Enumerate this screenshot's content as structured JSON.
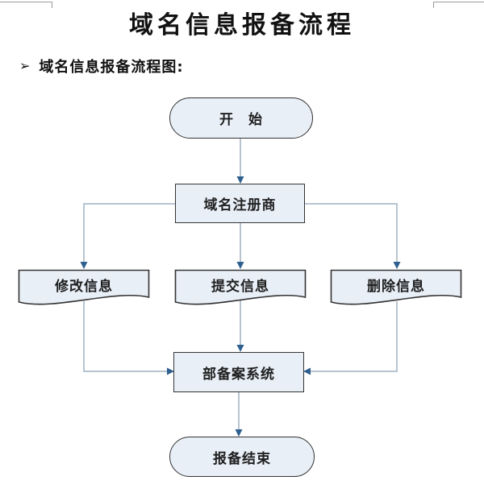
{
  "page": {
    "title": "域名信息报备流程",
    "subtitle_bullet": "➢",
    "subtitle": "域名信息报备流程图:"
  },
  "flowchart": {
    "nodes": {
      "start": "开　始",
      "registrar": "域名注册商",
      "modify": "修改信息",
      "submit": "提交信息",
      "delete": "删除信息",
      "filing_system": "部备案系统",
      "end": "报备结束"
    },
    "colors": {
      "node_fill": "#e9eff7",
      "node_border": "#333333",
      "connector": "#9fb1c1",
      "arrowhead": "#2e5f8f"
    }
  }
}
